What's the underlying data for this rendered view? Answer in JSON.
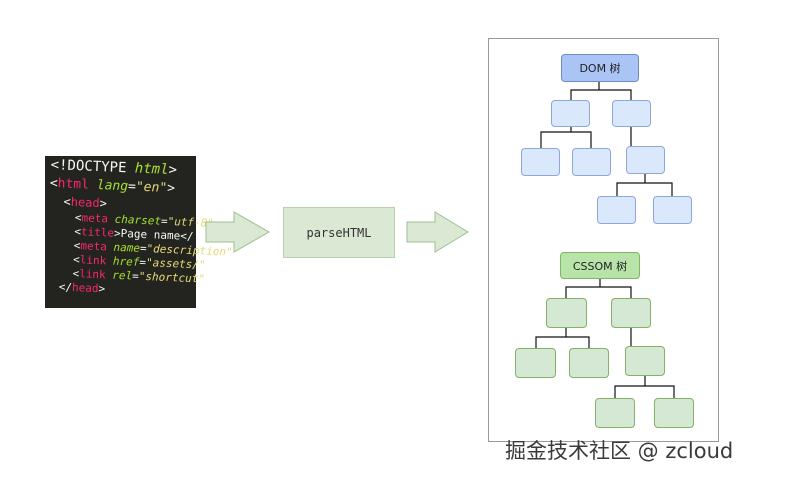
{
  "code_snippet": {
    "lines": [
      [
        [
          "pun",
          "<"
        ],
        [
          "doc",
          "!DOCTYPE "
        ],
        [
          "attr",
          "html"
        ],
        [
          "pun",
          ">"
        ]
      ],
      [
        [
          "pun",
          "<"
        ],
        [
          "tag",
          "html "
        ],
        [
          "attr",
          "lang"
        ],
        [
          "pun",
          "="
        ],
        [
          "val",
          "\"en\""
        ],
        [
          "pun",
          ">"
        ]
      ],
      [
        [
          "pun",
          "  <"
        ],
        [
          "tag",
          "head"
        ],
        [
          "pun",
          ">"
        ]
      ],
      [
        [
          "pun",
          "    <"
        ],
        [
          "tag",
          "meta "
        ],
        [
          "attr",
          "charset"
        ],
        [
          "pun",
          "="
        ],
        [
          "val",
          "\"utf-8\""
        ]
      ],
      [
        [
          "pun",
          "    <"
        ],
        [
          "tag",
          "title"
        ],
        [
          "pun",
          ">"
        ],
        [
          "txt",
          "Page name</"
        ]
      ],
      [
        [
          "pun",
          "    <"
        ],
        [
          "tag",
          "meta "
        ],
        [
          "attr",
          "name"
        ],
        [
          "pun",
          "="
        ],
        [
          "val",
          "\"description\""
        ]
      ],
      [
        [
          "pun",
          "    <"
        ],
        [
          "tag",
          "link "
        ],
        [
          "attr",
          "href"
        ],
        [
          "pun",
          "="
        ],
        [
          "val",
          "\"assets/\""
        ]
      ],
      [
        [
          "pun",
          "    <"
        ],
        [
          "tag",
          "link "
        ],
        [
          "attr",
          "rel"
        ],
        [
          "pun",
          "="
        ],
        [
          "val",
          "\"shortcut\""
        ]
      ],
      [
        [
          "pun",
          "  </"
        ],
        [
          "tag",
          "head"
        ],
        [
          "pun",
          ">"
        ]
      ]
    ]
  },
  "process": {
    "label": "parseHTML"
  },
  "dom_tree": {
    "root_label": "DOM 树"
  },
  "cssom_tree": {
    "root_label": "CSSOM 树"
  },
  "watermark": {
    "text": "掘金技术社区 @ zcloud"
  },
  "colors": {
    "arrow_fill": "#dbe8d4",
    "arrow_stroke": "#9fbf8f",
    "dom_root": "#a9c4f5",
    "dom_node": "#dae8fc",
    "cssom_root": "#b8e4a9",
    "cssom_node": "#d5e8d4",
    "code_background": "#23241f"
  }
}
